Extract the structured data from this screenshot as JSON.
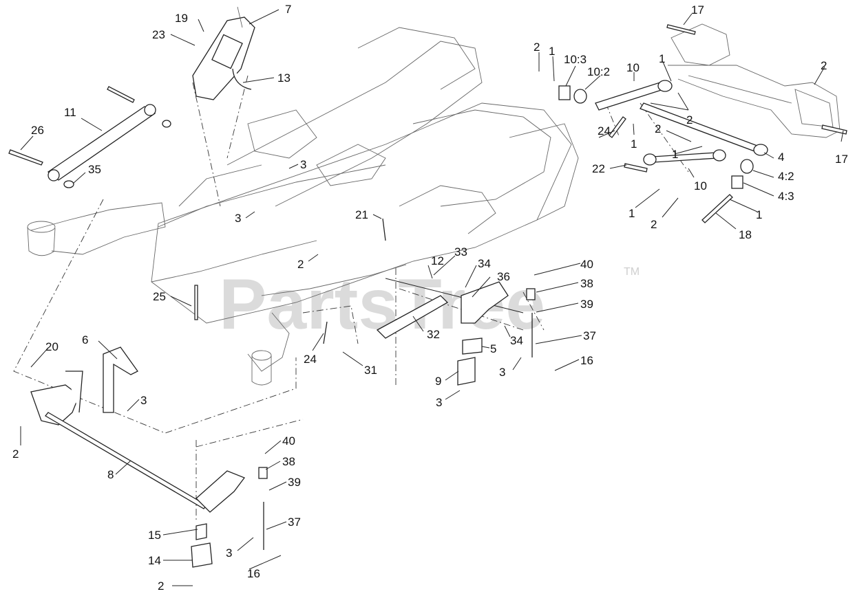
{
  "watermark": {
    "brand": "PartsTree",
    "trademark": "TM"
  },
  "callouts": [
    "19",
    "7",
    "23",
    "13",
    "11",
    "26",
    "35",
    "3",
    "3",
    "2",
    "21",
    "25",
    "24",
    "31",
    "32",
    "33",
    "12",
    "34",
    "36",
    "34",
    "40",
    "38",
    "39",
    "37",
    "16",
    "3",
    "5",
    "9",
    "3",
    "20",
    "6",
    "3",
    "2",
    "8",
    "40",
    "38",
    "39",
    "37",
    "15",
    "14",
    "3",
    "16",
    "2",
    "17",
    "2",
    "1",
    "10:3",
    "10:2",
    "10",
    "1",
    "2",
    "24",
    "1",
    "2",
    "4",
    "17",
    "1",
    "22",
    "10",
    "4:2",
    "1",
    "4:3",
    "2",
    "1",
    "18"
  ]
}
